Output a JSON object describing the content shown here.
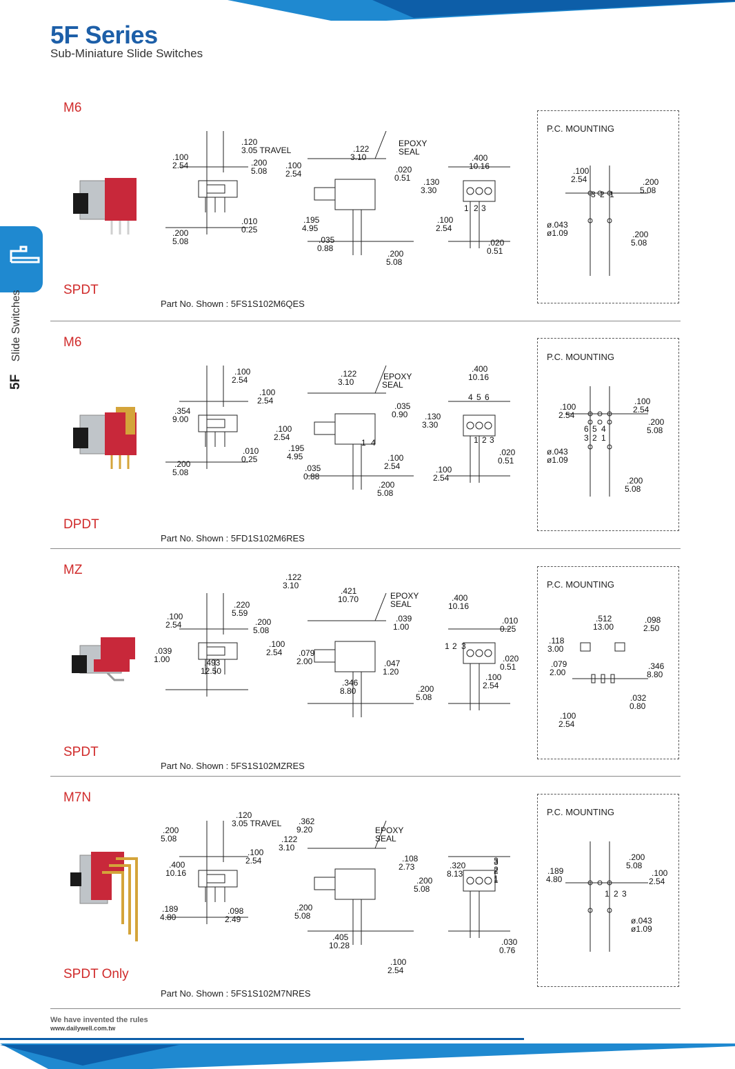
{
  "header": {
    "title": "5F Series",
    "subtitle": "Sub-Miniature Slide Switches"
  },
  "side": {
    "code": "5F",
    "label": "Slide Switches"
  },
  "colors": {
    "brand_blue": "#1d5fa8",
    "accent_blue": "#1f89d0",
    "label_red": "#d02b2b",
    "switch_red": "#c8283a"
  },
  "sections": [
    {
      "model": "M6",
      "config": "SPDT",
      "part_no": "Part No. Shown : 5FS1S102M6QES",
      "pc_mounting": "P.C. MOUNTING",
      "dims": [
        ".120",
        "3.05 TRAVEL",
        ".100",
        "2.54",
        ".200",
        "5.08",
        ".010",
        "0.25",
        ".200",
        "5.08",
        ".122",
        "3.10",
        "EPOXY",
        "SEAL",
        ".100",
        "2.54",
        ".020",
        "0.51",
        ".130",
        "3.30",
        ".195",
        "4.95",
        ".035",
        "0.88",
        ".200",
        "5.08",
        ".400",
        "10.16",
        ".100",
        "2.54",
        ".020",
        "0.51",
        "1",
        "2",
        "3"
      ],
      "pcm_dims": [
        ".100",
        "2.54",
        ".200",
        "5.08",
        "3",
        "2",
        "1",
        "ø.043",
        "ø1.09",
        ".200",
        "5.08"
      ]
    },
    {
      "model": "M6",
      "config": "DPDT",
      "part_no": "Part No. Shown : 5FD1S102M6RES",
      "pc_mounting": "P.C. MOUNTING",
      "dims": [
        ".100",
        "2.54",
        ".100",
        "2.54",
        ".354",
        "9.00",
        ".010",
        "0.25",
        ".200",
        "5.08",
        ".122",
        "3.10",
        "EPOXY",
        "SEAL",
        ".035",
        "0.90",
        ".130",
        "3.30",
        ".100",
        "2.54",
        ".195",
        "4.95",
        ".100",
        "2.54",
        ".035",
        "0.88",
        ".200",
        "5.08",
        ".400",
        "10.16",
        "4",
        "5",
        "6",
        "1",
        "2",
        "3",
        ".020",
        "0.51",
        ".100",
        "2.54",
        "1",
        "4"
      ],
      "pcm_dims": [
        ".100",
        "2.54",
        ".100",
        "2.54",
        "6",
        "5",
        "4",
        "3",
        "2",
        "1",
        ".200",
        "5.08",
        "ø.043",
        "ø1.09",
        ".200",
        "5.08"
      ]
    },
    {
      "model": "MZ",
      "config": "SPDT",
      "part_no": "Part No. Shown : 5FS1S102MZRES",
      "pc_mounting": "P.C. MOUNTING",
      "dims": [
        ".220",
        "5.59",
        ".100",
        "2.54",
        ".200",
        "5.08",
        ".039",
        "1.00",
        ".493",
        "12.50",
        ".122",
        "3.10",
        ".421",
        "10.70",
        "EPOXY",
        "SEAL",
        ".039",
        "1.00",
        ".100",
        "2.54",
        ".079",
        "2.00",
        ".047",
        "1.20",
        ".346",
        "8.80",
        ".400",
        "10.16",
        ".010",
        "0.25",
        "1",
        "2",
        "3",
        ".020",
        "0.51",
        ".100",
        "2.54",
        ".200",
        "5.08"
      ],
      "pcm_dims": [
        ".512",
        "13.00",
        ".098",
        "2.50",
        ".118",
        "3.00",
        ".079",
        "2.00",
        ".346",
        "8.80",
        ".032",
        "0.80",
        ".100",
        "2.54"
      ]
    },
    {
      "model": "M7N",
      "config": "SPDT Only",
      "part_no": "Part No. Shown : 5FS1S102M7NRES",
      "pc_mounting": "P.C. MOUNTING",
      "dims": [
        ".120",
        "3.05 TRAVEL",
        ".200",
        "5.08",
        ".100",
        "2.54",
        ".400",
        "10.16",
        ".189",
        "4.80",
        ".098",
        "2.49",
        ".362",
        "9.20",
        ".122",
        "3.10",
        "EPOXY",
        "SEAL",
        ".108",
        "2.73",
        ".200",
        "5.08",
        ".200",
        "5.08",
        ".405",
        "10.28",
        ".100",
        "2.54",
        "3",
        "2",
        "1",
        ".320",
        "8.13",
        "3",
        "2",
        "1",
        ".030",
        "0.76"
      ],
      "pcm_dims": [
        ".200",
        "5.08",
        ".189",
        "4.80",
        ".100",
        "2.54",
        "1",
        "2",
        "3",
        "ø.043",
        "ø1.09"
      ]
    }
  ],
  "footer": {
    "tagline": "We have invented the rules",
    "url": "www.dailywell.com.tw"
  }
}
